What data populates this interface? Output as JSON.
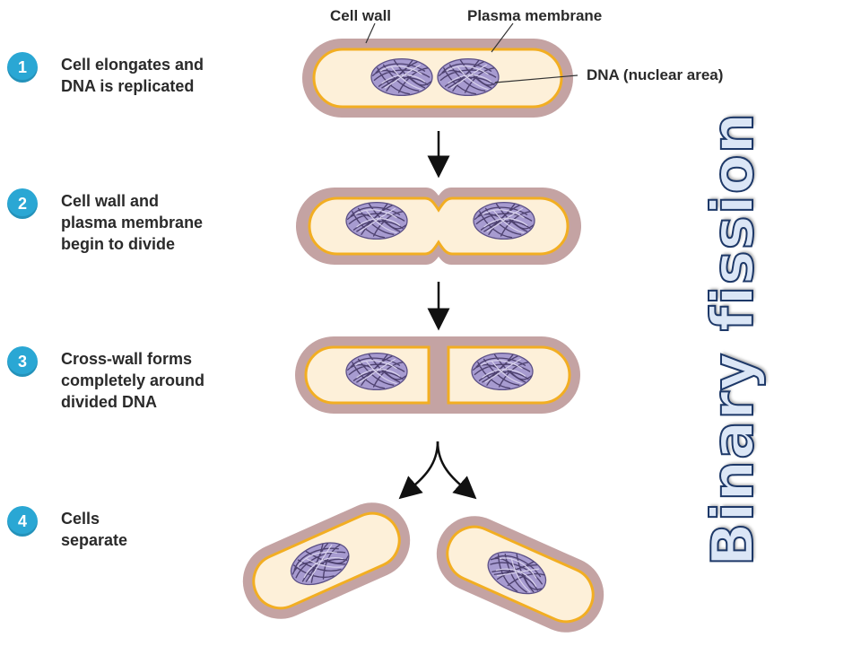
{
  "title": "Binary fission",
  "labels": {
    "cell_wall": "Cell wall",
    "plasma_membrane": "Plasma membrane",
    "dna": "DNA (nuclear area)"
  },
  "steps": [
    {
      "number": "1",
      "text": "Cell elongates and\nDNA is replicated"
    },
    {
      "number": "2",
      "text": "Cell wall and\nplasma membrane\nbegin to divide"
    },
    {
      "number": "3",
      "text": "Cross-wall forms\ncompletely around\ndivided DNA"
    },
    {
      "number": "4",
      "text": "Cells\nseparate"
    }
  ],
  "colors": {
    "badge": "#2aa7d4",
    "cell_wall": "#c4a3a3",
    "plasma_membrane": "#f2ae22",
    "cytoplasm": "#fdf0d9",
    "dna": "#9b8fc4",
    "title_fill": "#dbe6f6",
    "title_outline": "#1d3868"
  }
}
